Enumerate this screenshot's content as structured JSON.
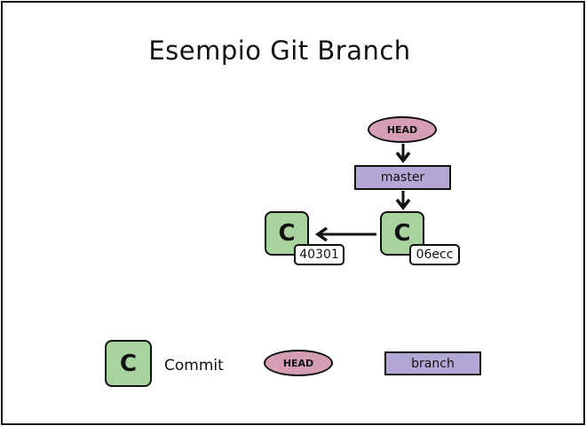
{
  "title": "Esempio Git Branch",
  "graph": {
    "head_label": "HEAD",
    "branch_label": "master",
    "commits": [
      {
        "letter": "C",
        "hash": "40301"
      },
      {
        "letter": "C",
        "hash": "06ecc"
      }
    ]
  },
  "legend": {
    "commit_letter": "C",
    "commit_label": "Commit",
    "head_label": "HEAD",
    "branch_label": "branch"
  },
  "colors": {
    "commit": "#a9d39e",
    "head": "#d59eb4",
    "branch": "#b4a7d6"
  }
}
